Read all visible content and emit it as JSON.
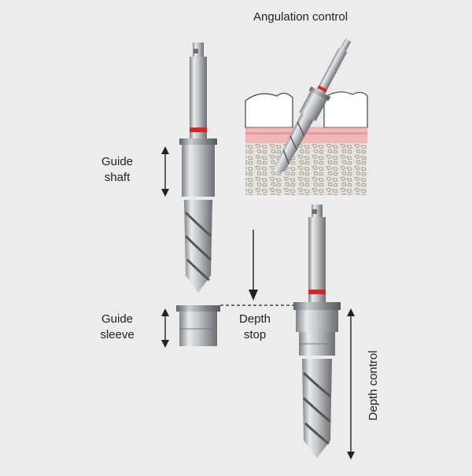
{
  "labels": {
    "angulation_control": "Angulation control",
    "guide_shaft": [
      "Guide",
      "shaft"
    ],
    "guide_sleeve": [
      "Guide",
      "sleeve"
    ],
    "depth_stop": [
      "Depth",
      "stop"
    ],
    "depth_control": "Depth control"
  },
  "colors": {
    "background": "#ececec",
    "metal": "#b9bcbf",
    "red_ring": "#d5262b",
    "gum": "#f2b8b8",
    "bone": "#e4e0da",
    "tooth": "#ffffff",
    "text": "#222222"
  }
}
